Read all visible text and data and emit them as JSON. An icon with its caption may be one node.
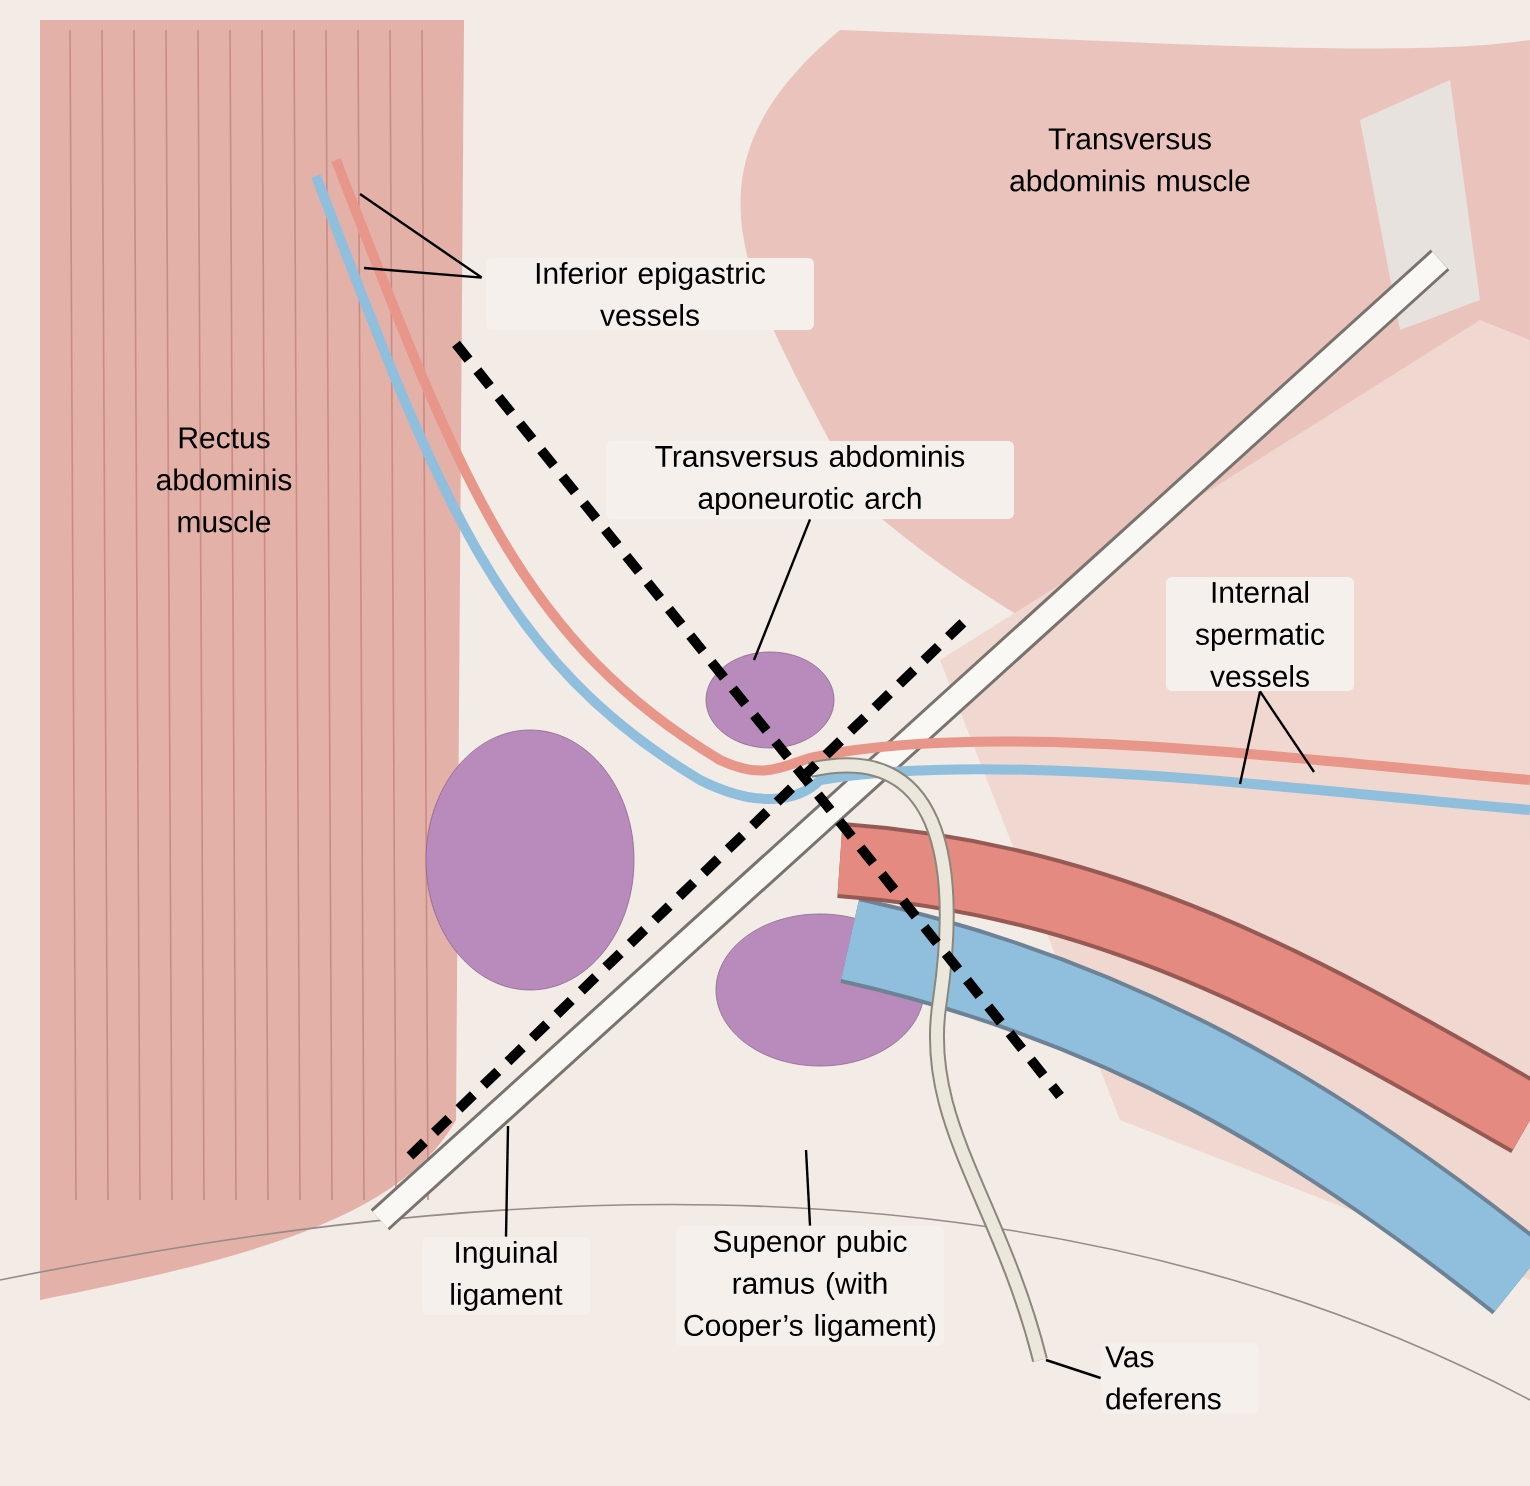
{
  "diagram": {
    "nodes": [
      {
        "text": [
          "Inferior epigastric vessels"
        ]
      },
      {
        "text": [
          "Transversus abdominis aponeurotic arch"
        ]
      },
      {
        "text": [
          "Internal spermatic vessels"
        ]
      },
      {
        "text": [
          "Inguinal ligament"
        ]
      },
      {
        "text": [
          "Supenor pubic ramus (with Cooper’s ligament)"
        ]
      },
      {
        "text": [
          "Vas deferens"
        ]
      }
    ],
    "edges": [
      {
        "from": 0,
        "to": null,
        "arrow": "none"
      },
      {
        "from": 0,
        "to": null,
        "arrow": "none"
      },
      {
        "from": 1,
        "to": null,
        "arrow": "none"
      },
      {
        "from": 2,
        "to": null,
        "arrow": "none"
      },
      {
        "from": 2,
        "to": null,
        "arrow": "none"
      },
      {
        "from": 3,
        "to": null,
        "arrow": "none"
      },
      {
        "from": 4,
        "to": null,
        "arrow": "none"
      },
      {
        "from": 5,
        "to": null,
        "arrow": "none"
      }
    ],
    "labels": [
      "Transversus abdominis muscle",
      "Rectus abdominis muscle"
    ]
  }
}
